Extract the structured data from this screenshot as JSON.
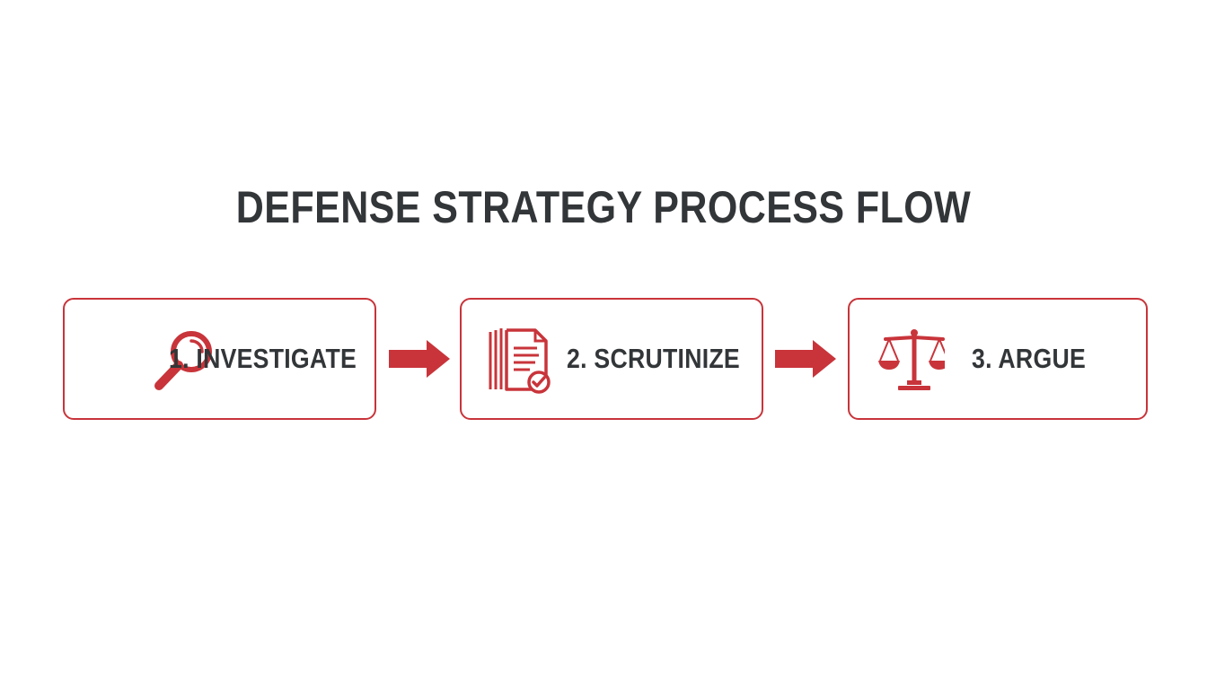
{
  "title": "DEFENSE STRATEGY PROCESS FLOW",
  "accent_color": "#c8343a",
  "text_color": "#333638",
  "steps": [
    {
      "label": "1. INVESTIGATE",
      "icon": "magnifying-glass-icon"
    },
    {
      "label": "2. SCRUTINIZE",
      "icon": "document-check-icon"
    },
    {
      "label": "3. ARGUE",
      "icon": "scales-of-justice-icon"
    }
  ]
}
